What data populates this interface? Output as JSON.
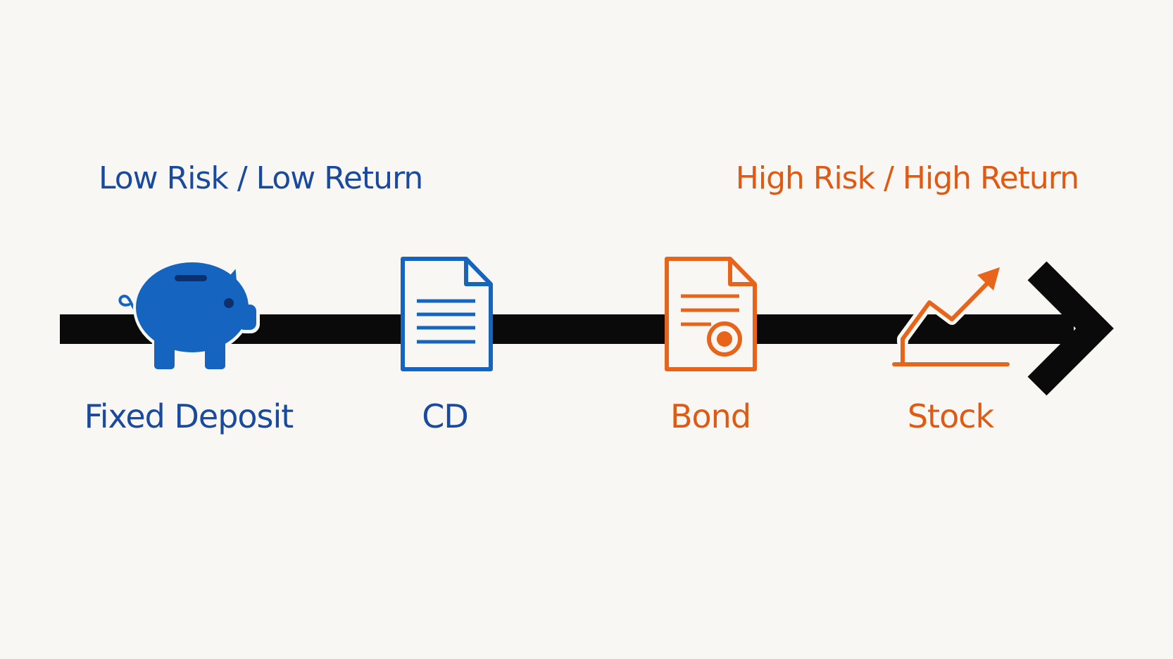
{
  "headings": {
    "low": "Low Risk / Low Return",
    "high": "High Risk / High Return"
  },
  "nodes": [
    {
      "label": "Fixed Deposit",
      "icon": "piggy-bank-icon",
      "color": "#1565c0"
    },
    {
      "label": "CD",
      "icon": "document-icon",
      "color": "#1565c0"
    },
    {
      "label": "Bond",
      "icon": "certificate-document-icon",
      "color": "#e8641a"
    },
    {
      "label": "Stock",
      "icon": "trending-up-chart-icon",
      "color": "#e8641a"
    }
  ],
  "colors": {
    "low": "#1a4a9e",
    "low_icon": "#1565c0",
    "high": "#e05a14",
    "high_icon": "#e8641a",
    "axis": "#0a0a0a",
    "background": "#f8f7f4"
  },
  "axis_icon": "arrow-right-icon"
}
